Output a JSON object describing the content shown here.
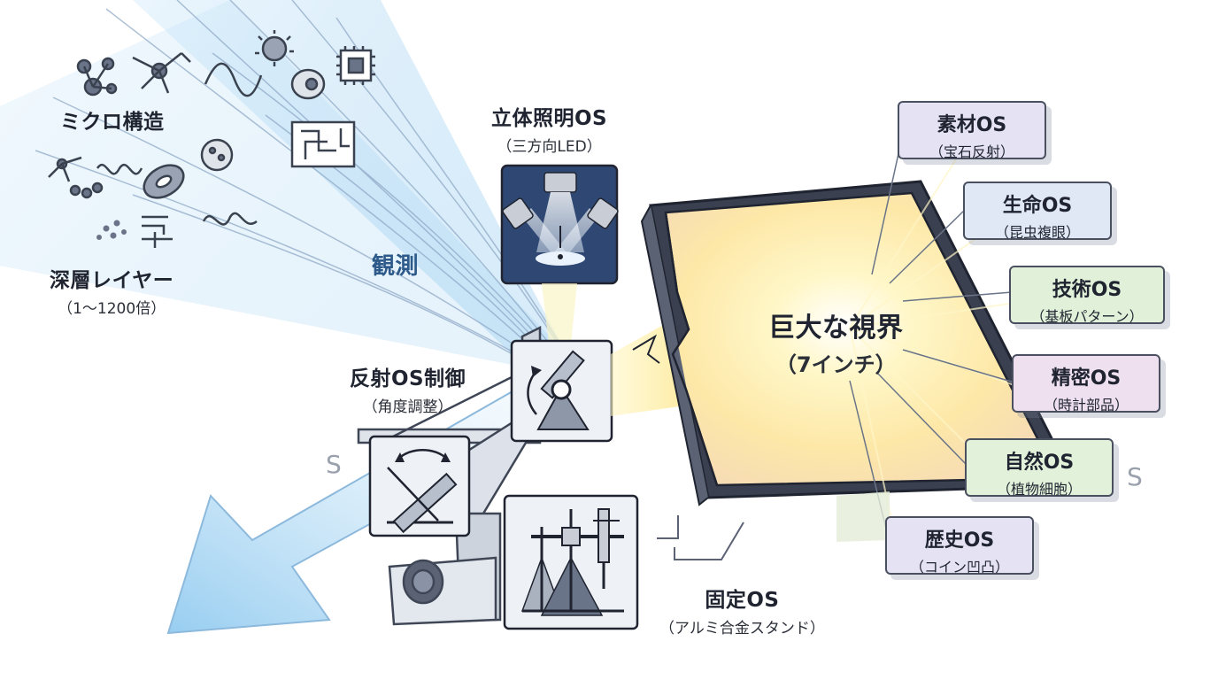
{
  "left_labels": {
    "micro_title": "ミクロ構造",
    "deep_title": "深層レイヤー",
    "deep_sub": "（1〜1200倍）",
    "observe": "観測"
  },
  "components": {
    "lighting": {
      "title": "立体照明OS",
      "sub": "（三方向LED）"
    },
    "reflect": {
      "title": "反射OS制御",
      "sub": "（角度調整）"
    },
    "fixed": {
      "title": "固定OS",
      "sub": "（アルミ合金スタンド）"
    }
  },
  "screen": {
    "title": "巨大な視界",
    "sub": "（7インチ）"
  },
  "os_boxes": [
    {
      "title": "素材OS",
      "sub": "（宝石反射）",
      "color": "#e4e2f3"
    },
    {
      "title": "生命OS",
      "sub": "（昆虫複眼）",
      "color": "#dfe8f4"
    },
    {
      "title": "技術OS",
      "sub": "（基板パターン）",
      "color": "#e1f1d9"
    },
    {
      "title": "精密OS",
      "sub": "（時計部品）",
      "color": "#efe0f0"
    },
    {
      "title": "自然OS",
      "sub": "（植物細胞）",
      "color": "#e2f1da"
    },
    {
      "title": "歴史OS",
      "sub": "（コイン凹凸）",
      "color": "#e5e3f3"
    }
  ],
  "s_marks": [
    "S",
    "S"
  ]
}
